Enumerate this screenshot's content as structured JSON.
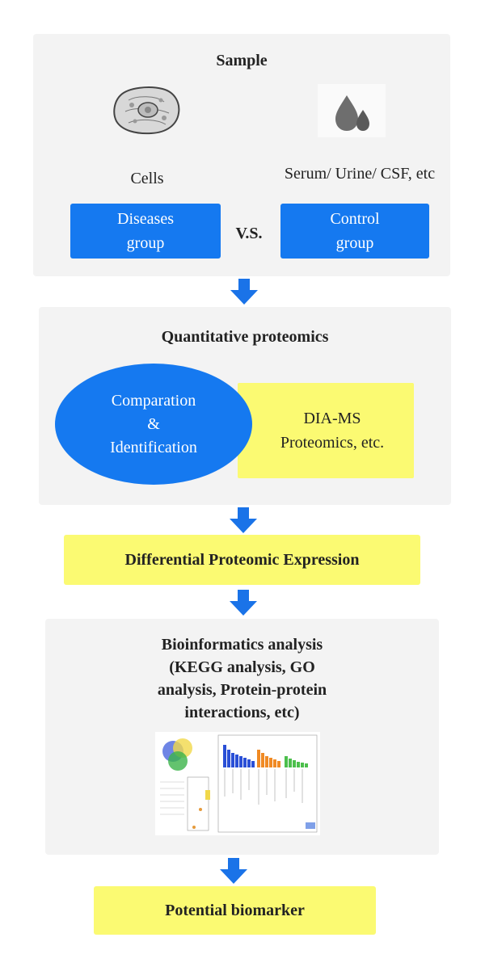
{
  "sample": {
    "title": "Sample",
    "cells_label": "Cells",
    "fluid_label": "Serum/ Urine/ CSF, etc",
    "disease_group": "Diseases\ngroup",
    "vs": "V.S.",
    "control_group": "Control\ngroup",
    "cell_icon": "cell-icon",
    "fluid_icon": "fluid-drops-icon"
  },
  "quant": {
    "title": "Quantitative proteomics",
    "ellipse_text": "Comparation\n&\nIdentification",
    "dia_text": "DIA-MS\nProteomics, etc."
  },
  "differential": {
    "label": "Differential Proteomic Expression"
  },
  "bioinfo": {
    "title": "Bioinformatics analysis\n(KEGG analysis, GO\nanalysis, Protein-protein\ninteractions, etc)",
    "figure_icon": "analysis-charts-image"
  },
  "biomarker": {
    "label": "Potential biomarker"
  },
  "colors": {
    "blue": "#1579f0",
    "yellow": "#fbfa72",
    "panel": "#f3f3f3",
    "arrow": "#1a73e8"
  }
}
